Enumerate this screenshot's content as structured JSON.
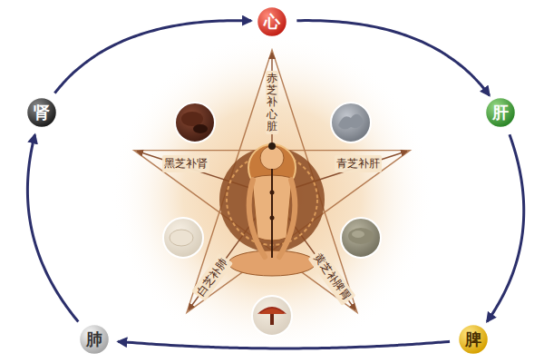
{
  "diagram": {
    "nodes": [
      {
        "text": [
          "心"
        ]
      },
      {
        "text": [
          "肝"
        ]
      },
      {
        "text": [
          "脾"
        ]
      },
      {
        "text": [
          "肺"
        ]
      },
      {
        "text": [
          "肾"
        ]
      }
    ],
    "edges": [
      {
        "from": 0,
        "to": 1,
        "arrow": "to"
      },
      {
        "from": 1,
        "to": 2,
        "arrow": "to"
      },
      {
        "from": 2,
        "to": 3,
        "arrow": "to"
      },
      {
        "from": 3,
        "to": 4,
        "arrow": "to"
      },
      {
        "from": 4,
        "to": 0,
        "arrow": "to"
      }
    ],
    "labels": [
      "赤芝补心脏",
      "黑芝补肾",
      "青芝补肝",
      "白芝补肺",
      "黄芝补脾胃"
    ]
  }
}
